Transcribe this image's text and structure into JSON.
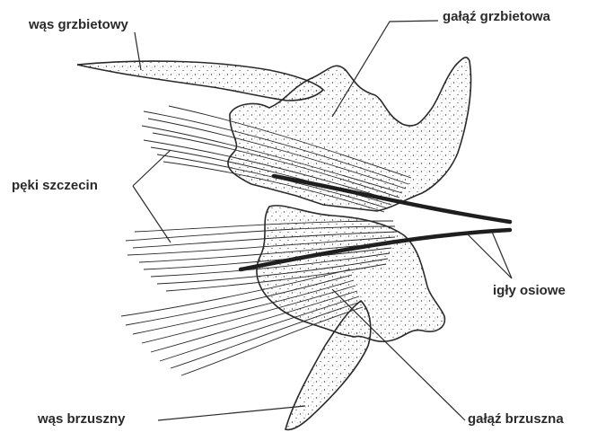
{
  "labels": {
    "dorsal_cirrus": "wąs grzbietowy",
    "dorsal_branch": "gałąź grzbietowa",
    "chaetae_bundles": "pęki szczecin",
    "aciculae": "igły osiowe",
    "ventral_cirrus": "wąs brzuszny",
    "ventral_branch": "gałąź brzuszna"
  },
  "colors": {
    "ink": "#2a2a2a",
    "background": "#ffffff"
  }
}
